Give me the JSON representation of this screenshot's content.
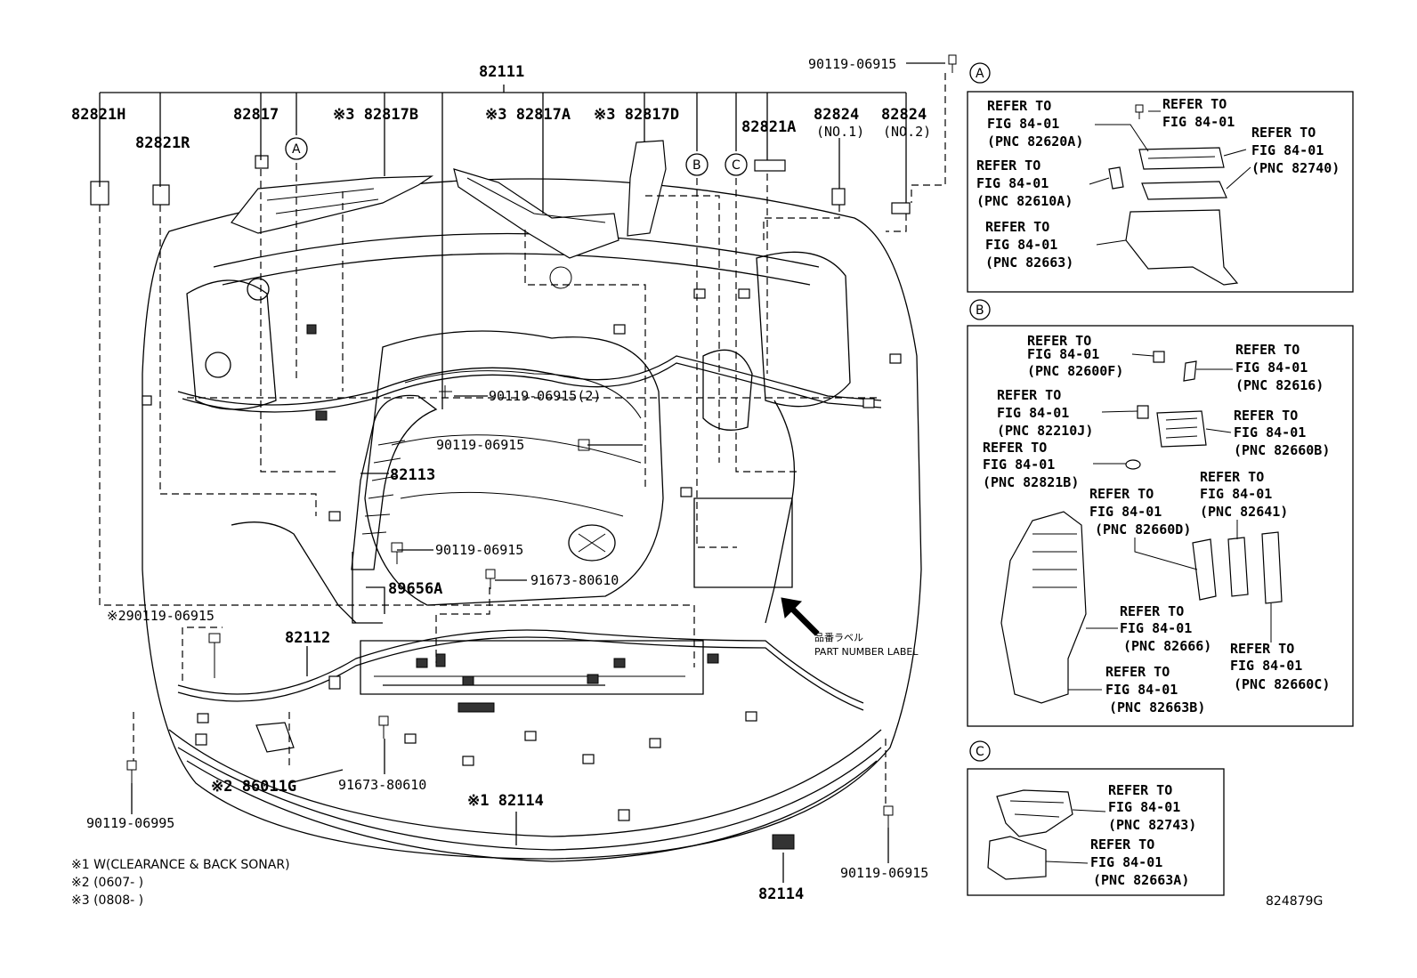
{
  "main": {
    "p82111": "82111",
    "p82821H": "82821H",
    "p82821R": "82821R",
    "p82817": "82817",
    "p82817B": "※3 82817B",
    "p82817A": "※3 82817A",
    "p82817D": "※3 82817D",
    "p82821A": "82821A",
    "p82824_1": "82824",
    "p82824_1n": "(NO.1)",
    "p82824_2": "82824",
    "p82824_2n": "(NO.2)",
    "bolt_top": "90119-06915",
    "bolt_2": "90119-06915(2)",
    "bolt_3": "90119-06915",
    "p82113": "82113",
    "bolt_4": "90119-06915",
    "p89656A": "89656A",
    "bolt_5": "91673-80610",
    "bolt_6": "※290119-06915",
    "p82112": "82112",
    "label_jp": "品番ラベル",
    "label_en": "PART NUMBER LABEL",
    "p86011G": "※2 86011G",
    "bolt_7": "91673-80610",
    "p82114a": "※1 82114",
    "bolt_8": "90119-06995",
    "bolt_9": "90119-06915",
    "p82114b": "82114",
    "note1": "※1 W(CLEARANCE & BACK SONAR)",
    "note2": "※2 (0607-        )",
    "note3": "※3 (0808-        )",
    "callout_a": "A",
    "callout_b": "B",
    "callout_c": "C",
    "figure_id": "824879G"
  },
  "panel_a": {
    "letter": "A",
    "r1": [
      "REFER TO",
      "FIG 84-01",
      "(PNC 82620A)"
    ],
    "r2": [
      "REFER TO",
      "FIG 84-01"
    ],
    "r3": [
      "REFER TO",
      "FIG 84-01",
      "(PNC 82740)"
    ],
    "r4": [
      "REFER TO",
      "FIG 84-01",
      "(PNC 82610A)"
    ],
    "r5": [
      "REFER TO",
      "FIG 84-01",
      "(PNC 82663)"
    ]
  },
  "panel_b": {
    "letter": "B",
    "r1": [
      "REFER TO",
      "FIG 84-01",
      "(PNC 82600F)"
    ],
    "r2": [
      "REFER TO",
      "FIG 84-01",
      "(PNC 82616)"
    ],
    "r3": [
      "REFER TO",
      "FIG 84-01",
      "(PNC 82210J)"
    ],
    "r4": [
      "REFER TO",
      "FIG 84-01",
      "(PNC 82660B)"
    ],
    "r5": [
      "REFER TO",
      "FIG 84-01",
      "(PNC 82821B)"
    ],
    "r6": [
      "REFER TO",
      "FIG 84-01",
      "(PNC 82641)"
    ],
    "r7": [
      "REFER TO",
      "FIG 84-01",
      "(PNC 82660D)"
    ],
    "r8": [
      "REFER TO",
      "FIG 84-01",
      "(PNC 82666)"
    ],
    "r9": [
      "REFER TO",
      "FIG 84-01",
      "(PNC 82660C)"
    ],
    "r10": [
      "REFER TO",
      "FIG 84-01",
      "(PNC 82663B)"
    ]
  },
  "panel_c": {
    "letter": "C",
    "r1": [
      "REFER TO",
      "FIG 84-01",
      "(PNC 82743)"
    ],
    "r2": [
      "REFER TO",
      "FIG 84-01",
      "(PNC 82663A)"
    ]
  }
}
